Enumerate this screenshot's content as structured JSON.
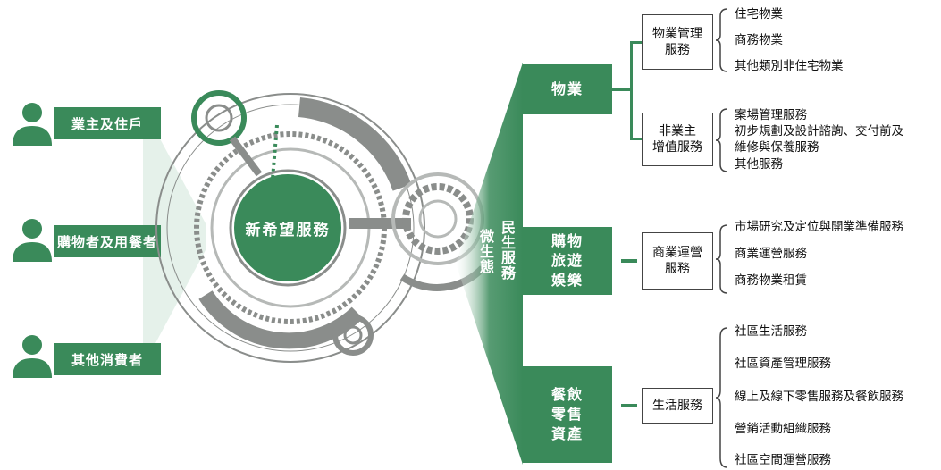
{
  "hub": {
    "title": "新希望服務"
  },
  "customers": [
    {
      "label": "業主及住戶"
    },
    {
      "label": "購物者及用餐者"
    },
    {
      "label": "其他消費者"
    }
  ],
  "ecosystem": {
    "col1": "民生服務",
    "col2": "微生態"
  },
  "categories": [
    {
      "label_lines": [
        "物業"
      ]
    },
    {
      "label_lines": [
        "購物",
        "旅遊",
        "娛樂"
      ]
    },
    {
      "label_lines": [
        "餐飲",
        "零售",
        "資產"
      ]
    }
  ],
  "sub_boxes": [
    {
      "lines": [
        "物業管理",
        "服務"
      ]
    },
    {
      "lines": [
        "非業主",
        "增值服務"
      ]
    },
    {
      "lines": [
        "商業運營",
        "服務"
      ]
    },
    {
      "lines": [
        "生活服務"
      ]
    }
  ],
  "items": {
    "property_mgmt": [
      "住宅物業",
      "商務物業",
      "其他類別非住宅物業"
    ],
    "non_owner": [
      "案場管理服務",
      "初步規劃及設計諮詢、交付前及",
      "維修與保養服務",
      "其他服務"
    ],
    "commercial": [
      "市場研究及定位與開業準備服務",
      "商業運營服務",
      "商務物業租賃"
    ],
    "life": [
      "社區生活服務",
      "社區資產管理服務",
      "線上及線下零售服務及餐飲服務",
      "營銷活動組織服務",
      "社區空間運營服務"
    ]
  },
  "colors": {
    "brand_green": "#3a8a5a",
    "ring_grey": "#8a8d8b",
    "light_green": "#dfeee5"
  }
}
